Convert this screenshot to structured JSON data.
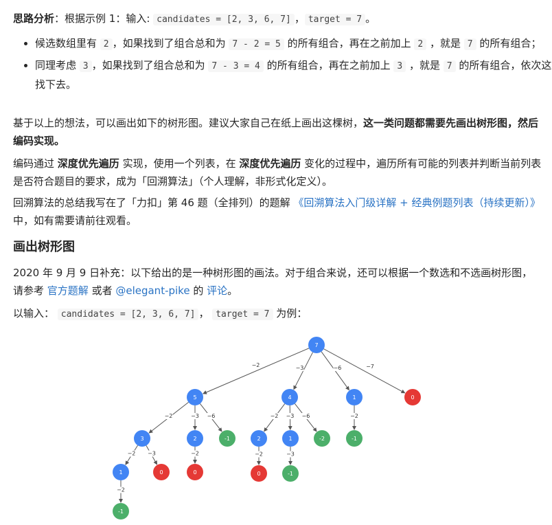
{
  "intro": {
    "bold": "思路分析",
    "text1": "：根据示例 1：输入: ",
    "code1": "candidates = [2, 3, 6, 7]",
    "sep": "，",
    "code2": "target = 7",
    "end": "。"
  },
  "bullets": [
    {
      "t1": "候选数组里有 ",
      "c1": "2",
      "t2": "，如果找到了组合总和为 ",
      "c2": "7 - 2 = 5",
      "t3": " 的所有组合，再在之前加上 ",
      "c3": "2",
      "t4": " ，就是 ",
      "c4": "7",
      "t5": " 的所有组合；"
    },
    {
      "t1": "同理考虑 ",
      "c1": "3",
      "t2": "，如果找到了组合总和为 ",
      "c2": "7 - 3 = 4",
      "t3": " 的所有组合，再在之前加上 ",
      "c3": "3",
      "t4": " ，就是 ",
      "c4": "7",
      "t5": " 的所有组合，依次这样找下去。"
    }
  ],
  "para2": {
    "text": "基于以上的想法，可以画出如下的树形图。建议大家自己在纸上画出这棵树，",
    "bold": "这一类问题都需要先画出树形图，然后编码实现。"
  },
  "para3": {
    "t1": "编码通过 ",
    "b1": "深度优先遍历",
    "t2": " 实现，使用一个列表，在 ",
    "b2": "深度优先遍历",
    "t3": " 变化的过程中，遍历所有可能的列表并判断当前列表是否符合题目的要求，成为「回溯算法」（个人理解，非形式化定义）。"
  },
  "para4": {
    "t1": "回溯算法的总结我写在了「力扣」第 46 题（全排列）的题解 ",
    "link": "《回溯算法入门级详解 + 经典例题列表（持续更新）》",
    "t2": " 中，如有需要请前往观看。"
  },
  "heading": "画出树形图",
  "para5": {
    "t1": "2020 年 9 月 9 日补充：以下给出的是一种树形图的画法。对于组合来说，还可以根据一个数选和不选画树形图，请参考 ",
    "link1": "官方题解",
    "t2": " 或者 ",
    "link2": "@elegant-pike",
    "t3": " 的 ",
    "link3": "评论",
    "t4": "。"
  },
  "para6": {
    "t1": "以输入： ",
    "code1": "candidates = [2, 3, 6, 7]",
    "sep": "， ",
    "code2": "target = 7",
    "t2": " 为例："
  },
  "tree": {
    "colors": {
      "blue": "#4285f4",
      "red": "#e53935",
      "green": "#4caf6a"
    },
    "nodes": [
      {
        "id": "root",
        "label": "7",
        "color": "blue"
      },
      {
        "id": "n5",
        "label": "5",
        "color": "blue"
      },
      {
        "id": "n4",
        "label": "4",
        "color": "blue"
      },
      {
        "id": "n1a",
        "label": "1",
        "color": "blue"
      },
      {
        "id": "n0a",
        "label": "0",
        "color": "red"
      },
      {
        "id": "n3",
        "label": "3",
        "color": "blue"
      },
      {
        "id": "n2a",
        "label": "2",
        "color": "blue"
      },
      {
        "id": "nm1a",
        "label": "-1",
        "color": "green"
      },
      {
        "id": "n2b",
        "label": "2",
        "color": "blue"
      },
      {
        "id": "n1b",
        "label": "1",
        "color": "blue"
      },
      {
        "id": "nm2",
        "label": "-2",
        "color": "green"
      },
      {
        "id": "nm1b",
        "label": "-1",
        "color": "green"
      },
      {
        "id": "n1c",
        "label": "1",
        "color": "blue"
      },
      {
        "id": "n0b",
        "label": "0",
        "color": "red"
      },
      {
        "id": "n0c",
        "label": "0",
        "color": "red"
      },
      {
        "id": "n0d",
        "label": "0",
        "color": "red"
      },
      {
        "id": "nm1c",
        "label": "-1",
        "color": "green"
      },
      {
        "id": "nm1d",
        "label": "-1",
        "color": "green"
      }
    ],
    "edges": [
      {
        "from": "root",
        "to": "n5",
        "label": "−2"
      },
      {
        "from": "root",
        "to": "n4",
        "label": "−3"
      },
      {
        "from": "root",
        "to": "n1a",
        "label": "−6"
      },
      {
        "from": "root",
        "to": "n0a",
        "label": "−7"
      },
      {
        "from": "n5",
        "to": "n3",
        "label": "−2"
      },
      {
        "from": "n5",
        "to": "n2a",
        "label": "−3"
      },
      {
        "from": "n5",
        "to": "nm1a",
        "label": "−6"
      },
      {
        "from": "n4",
        "to": "n2b",
        "label": "−2"
      },
      {
        "from": "n4",
        "to": "n1b",
        "label": "−3"
      },
      {
        "from": "n4",
        "to": "nm2",
        "label": "−6"
      },
      {
        "from": "n1a",
        "to": "nm1b",
        "label": "−2"
      },
      {
        "from": "n3",
        "to": "n1c",
        "label": "−2"
      },
      {
        "from": "n3",
        "to": "n0b",
        "label": "−3"
      },
      {
        "from": "n2a",
        "to": "n0c",
        "label": "−2"
      },
      {
        "from": "n2b",
        "to": "n0d",
        "label": "−2"
      },
      {
        "from": "n1b",
        "to": "nm1c",
        "label": "−3"
      },
      {
        "from": "n1c",
        "to": "nm1d",
        "label": "−2"
      }
    ]
  }
}
